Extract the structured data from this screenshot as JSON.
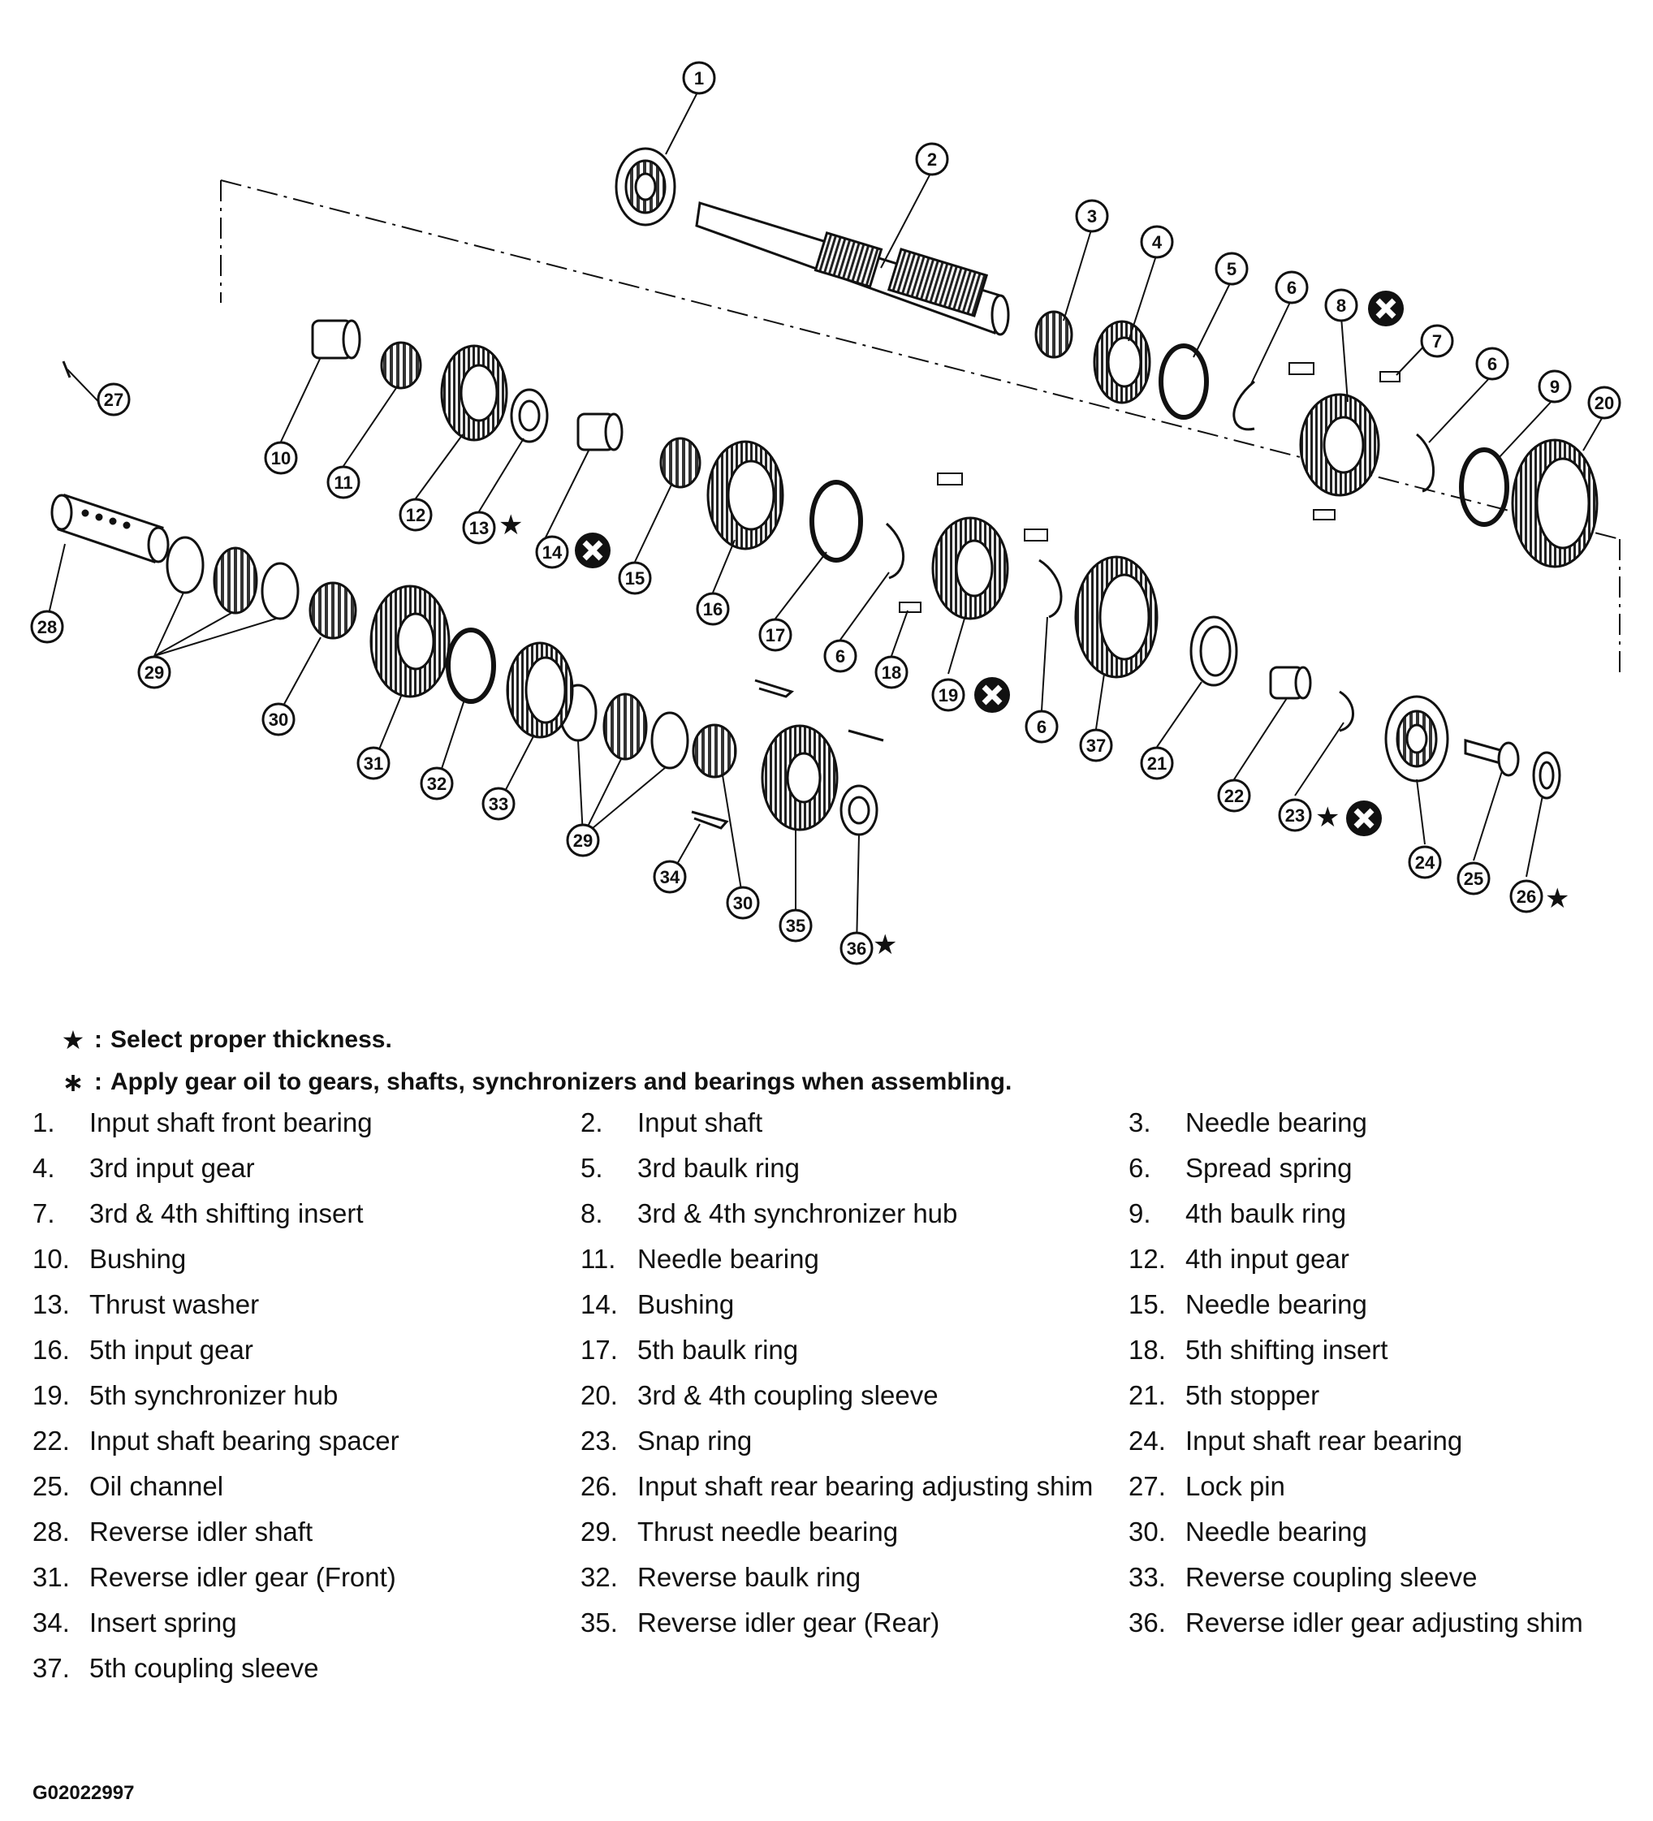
{
  "callouts": [
    {
      "num": "1"
    },
    {
      "num": "2"
    },
    {
      "num": "3"
    },
    {
      "num": "4"
    },
    {
      "num": "5"
    },
    {
      "num": "6"
    },
    {
      "num": "8"
    },
    {
      "num": "7"
    },
    {
      "num": "6"
    },
    {
      "num": "9"
    },
    {
      "num": "20"
    },
    {
      "num": "27"
    },
    {
      "num": "10"
    },
    {
      "num": "11"
    },
    {
      "num": "12"
    },
    {
      "num": "13"
    },
    {
      "num": "14"
    },
    {
      "num": "15"
    },
    {
      "num": "16"
    },
    {
      "num": "17"
    },
    {
      "num": "6"
    },
    {
      "num": "18"
    },
    {
      "num": "19"
    },
    {
      "num": "6"
    },
    {
      "num": "37"
    },
    {
      "num": "21"
    },
    {
      "num": "22"
    },
    {
      "num": "23"
    },
    {
      "num": "24"
    },
    {
      "num": "25"
    },
    {
      "num": "26"
    },
    {
      "num": "28"
    },
    {
      "num": "29"
    },
    {
      "num": "30"
    },
    {
      "num": "31"
    },
    {
      "num": "32"
    },
    {
      "num": "33"
    },
    {
      "num": "29"
    },
    {
      "num": "34"
    },
    {
      "num": "30"
    },
    {
      "num": "35"
    },
    {
      "num": "36"
    }
  ],
  "notes": [
    {
      "symbol": "★",
      "text": "Select proper thickness."
    },
    {
      "symbol": "∗",
      "text": "Apply gear oil to gears, shafts, synchronizers and bearings when assembling."
    }
  ],
  "legend_rows": [
    [
      {
        "num": "1.",
        "text": "Input shaft front bearing"
      },
      {
        "num": "2.",
        "text": "Input shaft"
      },
      {
        "num": "3.",
        "text": "Needle bearing"
      }
    ],
    [
      {
        "num": "4.",
        "text": "3rd input gear"
      },
      {
        "num": "5.",
        "text": "3rd baulk ring"
      },
      {
        "num": "6.",
        "text": "Spread spring"
      }
    ],
    [
      {
        "num": "7.",
        "text": "3rd & 4th shifting insert"
      },
      {
        "num": "8.",
        "text": "3rd & 4th synchronizer hub"
      },
      {
        "num": "9.",
        "text": "4th baulk ring"
      }
    ],
    [
      {
        "num": "10.",
        "text": "Bushing"
      },
      {
        "num": "11.",
        "text": "Needle bearing"
      },
      {
        "num": "12.",
        "text": "4th input gear"
      }
    ],
    [
      {
        "num": "13.",
        "text": "Thrust washer"
      },
      {
        "num": "14.",
        "text": "Bushing"
      },
      {
        "num": "15.",
        "text": "Needle bearing"
      }
    ],
    [
      {
        "num": "16.",
        "text": "5th input gear"
      },
      {
        "num": "17.",
        "text": "5th baulk ring"
      },
      {
        "num": "18.",
        "text": "5th shifting insert"
      }
    ],
    [
      {
        "num": "19.",
        "text": "5th synchronizer hub"
      },
      {
        "num": "20.",
        "text": "3rd & 4th coupling sleeve"
      },
      {
        "num": "21.",
        "text": "5th stopper"
      }
    ],
    [
      {
        "num": "22.",
        "text": "Input shaft bearing spacer"
      },
      {
        "num": "23.",
        "text": "Snap ring"
      },
      {
        "num": "24.",
        "text": "Input shaft rear bearing"
      }
    ],
    [
      {
        "num": "25.",
        "text": "Oil channel"
      },
      {
        "num": "26.",
        "text": "Input shaft rear bearing adjusting shim"
      },
      {
        "num": "27.",
        "text": "Lock pin"
      }
    ],
    [
      {
        "num": "28.",
        "text": "Reverse idler shaft"
      },
      {
        "num": "29.",
        "text": "Thrust needle bearing"
      },
      {
        "num": "30.",
        "text": "Needle bearing"
      }
    ],
    [
      {
        "num": "31.",
        "text": "Reverse idler gear (Front)"
      },
      {
        "num": "32.",
        "text": "Reverse baulk ring"
      },
      {
        "num": "33.",
        "text": "Reverse coupling sleeve"
      }
    ],
    [
      {
        "num": "34.",
        "text": "Insert spring"
      },
      {
        "num": "35.",
        "text": "Reverse idler gear (Rear)"
      },
      {
        "num": "36.",
        "text": "Reverse idler gear adjusting shim"
      }
    ],
    [
      {
        "num": "37.",
        "text": "5th coupling sleeve"
      }
    ]
  ],
  "figure_code": "G02022997"
}
